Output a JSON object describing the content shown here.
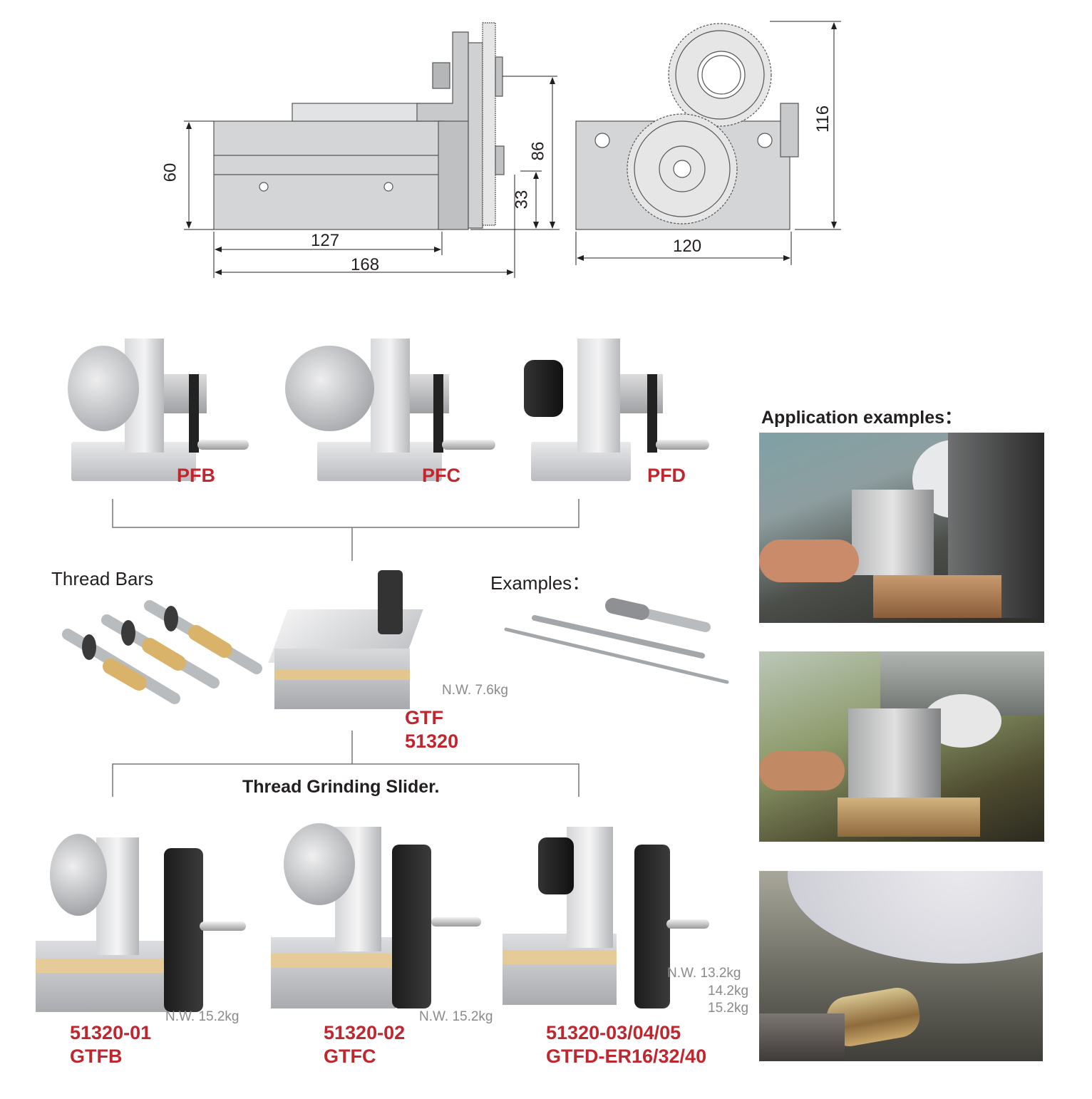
{
  "drawing": {
    "dims": {
      "d60": "60",
      "d127": "127",
      "d168": "168",
      "d86": "86",
      "d33": "33",
      "d120": "120",
      "d116": "116"
    }
  },
  "heads": [
    {
      "label": "PFB"
    },
    {
      "label": "PFC"
    },
    {
      "label": "PFD"
    }
  ],
  "thread_bars": {
    "title": "Thread Bars"
  },
  "gtf": {
    "nw": "N.W. 7.6kg",
    "model": "GTF",
    "code": "51320"
  },
  "examples": {
    "title": "Examples："
  },
  "slider": {
    "title": "Thread Grinding Slider."
  },
  "products": [
    {
      "code": "51320-01",
      "model": "GTFB",
      "nw": "N.W. 15.2kg"
    },
    {
      "code": "51320-02",
      "model": "GTFC",
      "nw": "N.W. 15.2kg"
    },
    {
      "code": "51320-03/04/05",
      "model": "GTFD-ER16/32/40",
      "nw1": "N.W. 13.2kg",
      "nw2": "14.2kg",
      "nw3": "15.2kg"
    }
  ],
  "application": {
    "title": "Application examples："
  },
  "colors": {
    "accent_red": "#c0262d",
    "note_gray": "#8a8a8a",
    "drawing_gray": "#cfd0d2"
  }
}
